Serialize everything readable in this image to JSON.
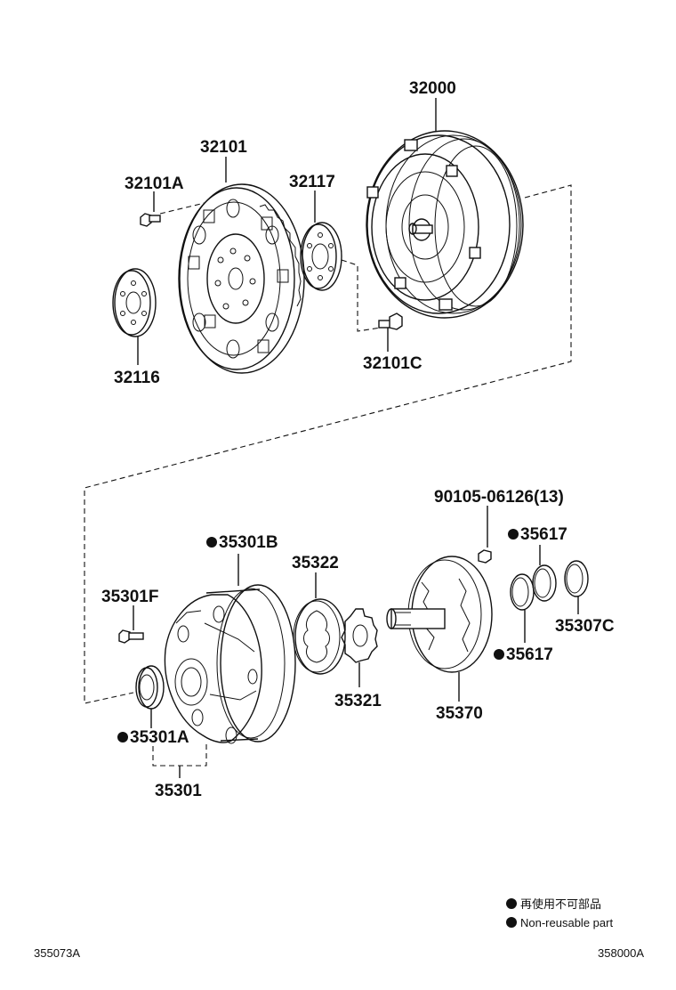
{
  "colors": {
    "line": "#111111",
    "background": "#ffffff"
  },
  "parts": {
    "p32000": "32000",
    "p32101": "32101",
    "p32101A": "32101A",
    "p32117": "32117",
    "p32116": "32116",
    "p32101C": "32101C",
    "p90105": "90105-06126(13)",
    "p35617a": "35617",
    "p35301B": "35301B",
    "p35322": "35322",
    "p35301F": "35301F",
    "p35307C": "35307C",
    "p35617b": "35617",
    "p35321": "35321",
    "p35370": "35370",
    "p35301A": "35301A",
    "p35301": "35301"
  },
  "legend": {
    "line1": "再使用不可部品",
    "line2": "Non-reusable part"
  },
  "footer": {
    "left_code": "355073A",
    "right_code": "358000A"
  }
}
